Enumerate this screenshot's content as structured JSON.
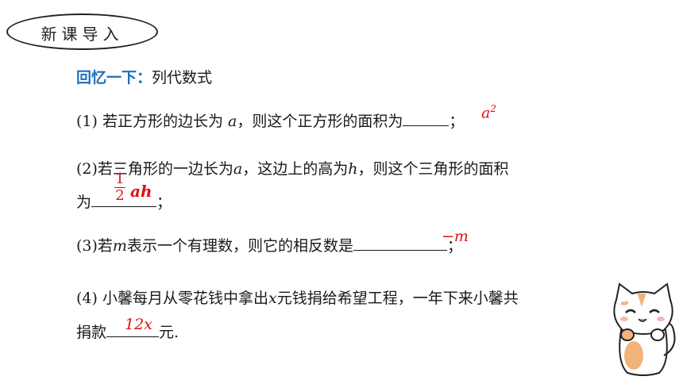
{
  "badge": {
    "label": "新课导入"
  },
  "heading": {
    "prefix": "回忆一下：",
    "text": "列代数式"
  },
  "q1": {
    "text_a": "(1) 若正方形的边长为 ",
    "var": "a",
    "text_b": "，则这个正方形的面积为",
    "answer_base": "a",
    "answer_exp": "2",
    "end": "；"
  },
  "q2": {
    "text_a": "(2)若三角形的一边长为",
    "var_a": "a",
    "text_b": "，这边上的高为",
    "var_h": "h",
    "text_c": "，则这个三角形的面积",
    "line2_prefix": "为",
    "ans_num": "1",
    "ans_den": "2",
    "ans_vars": "ah",
    "end": "；"
  },
  "q3": {
    "text_a": "(3)若",
    "var": "m",
    "text_b": "表示一个有理数，则它的相反数是",
    "answer": "−m",
    "end": "；"
  },
  "q4": {
    "text_a": "(4) 小馨每月从零花钱中拿出",
    "var": "x",
    "text_b": "元钱捐给希望工程，一年下来小馨共",
    "line2_prefix": "捐款",
    "answer": "12x",
    "end": "元."
  }
}
